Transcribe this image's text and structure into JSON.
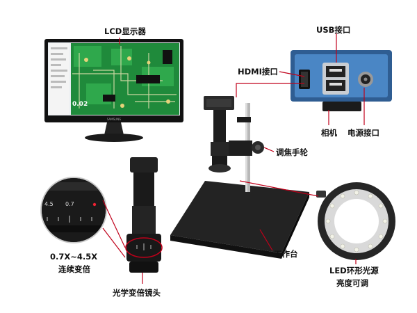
{
  "labels": {
    "lcd": "LCD显示器",
    "usb": "USB接口",
    "hdmi": "HDMI接口",
    "camera": "相机",
    "power": "电源接口",
    "focus_wheel": "调焦手轮",
    "workbench": "工作台",
    "zoom_range": "0.7X~4.5X",
    "continuous_zoom": "连续变倍",
    "optical_lens": "光学变倍镜头",
    "led_ring": "LED环形光源",
    "brightness": "亮度可调"
  },
  "monitor": {
    "brand": "SAMSUNG",
    "screen_text": "0.02"
  },
  "lens_scale": {
    "left": "4.5",
    "mid": "0.7"
  },
  "colors": {
    "leader_line": "#c0001a",
    "camera_body": "#4a86c5",
    "pcb": "#1f8a3b"
  }
}
